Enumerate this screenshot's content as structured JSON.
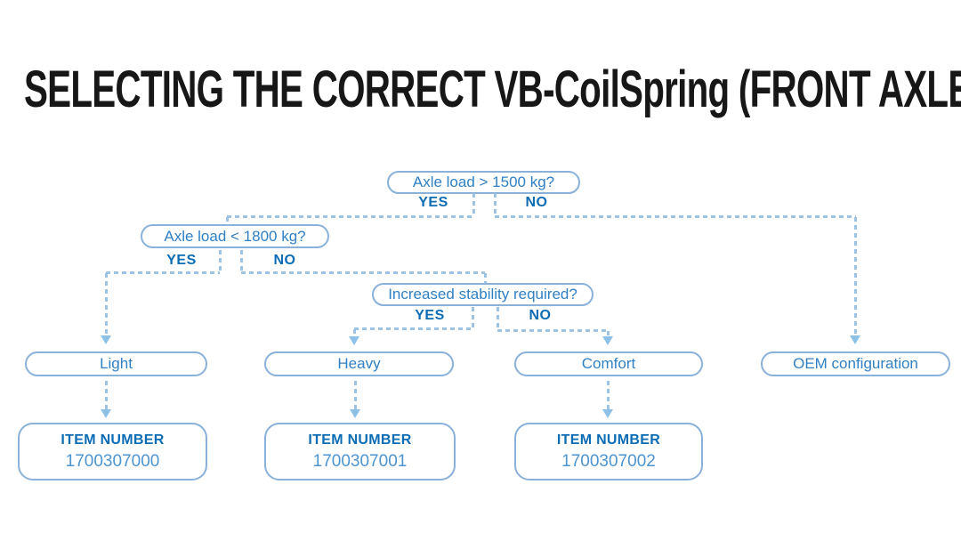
{
  "title": "SELECTING THE CORRECT VB-CoilSpring (FRONT AXLE)",
  "colors": {
    "accent_dark_blue": "#0c6cb4",
    "accent_medium_blue": "#3080c4",
    "box_border_blue": "#8ab1da",
    "connector_blue": "#9dc3e4",
    "title_black": "#171717"
  },
  "flowchart": {
    "decisions": [
      {
        "question": "Axle load > 1500 kg?",
        "yes_label": "YES",
        "no_label": "NO"
      },
      {
        "question": "Axle load < 1800 kg?",
        "yes_label": "YES",
        "no_label": "NO"
      },
      {
        "question": "Increased stability required?",
        "yes_label": "YES",
        "no_label": "NO"
      }
    ],
    "outcomes": [
      {
        "label": "Light"
      },
      {
        "label": "Heavy"
      },
      {
        "label": "Comfort"
      },
      {
        "label": "OEM configuration"
      }
    ],
    "item_boxes": [
      {
        "heading": "ITEM NUMBER",
        "number": "1700307000"
      },
      {
        "heading": "ITEM NUMBER",
        "number": "1700307001"
      },
      {
        "heading": "ITEM NUMBER",
        "number": "1700307002"
      }
    ]
  }
}
